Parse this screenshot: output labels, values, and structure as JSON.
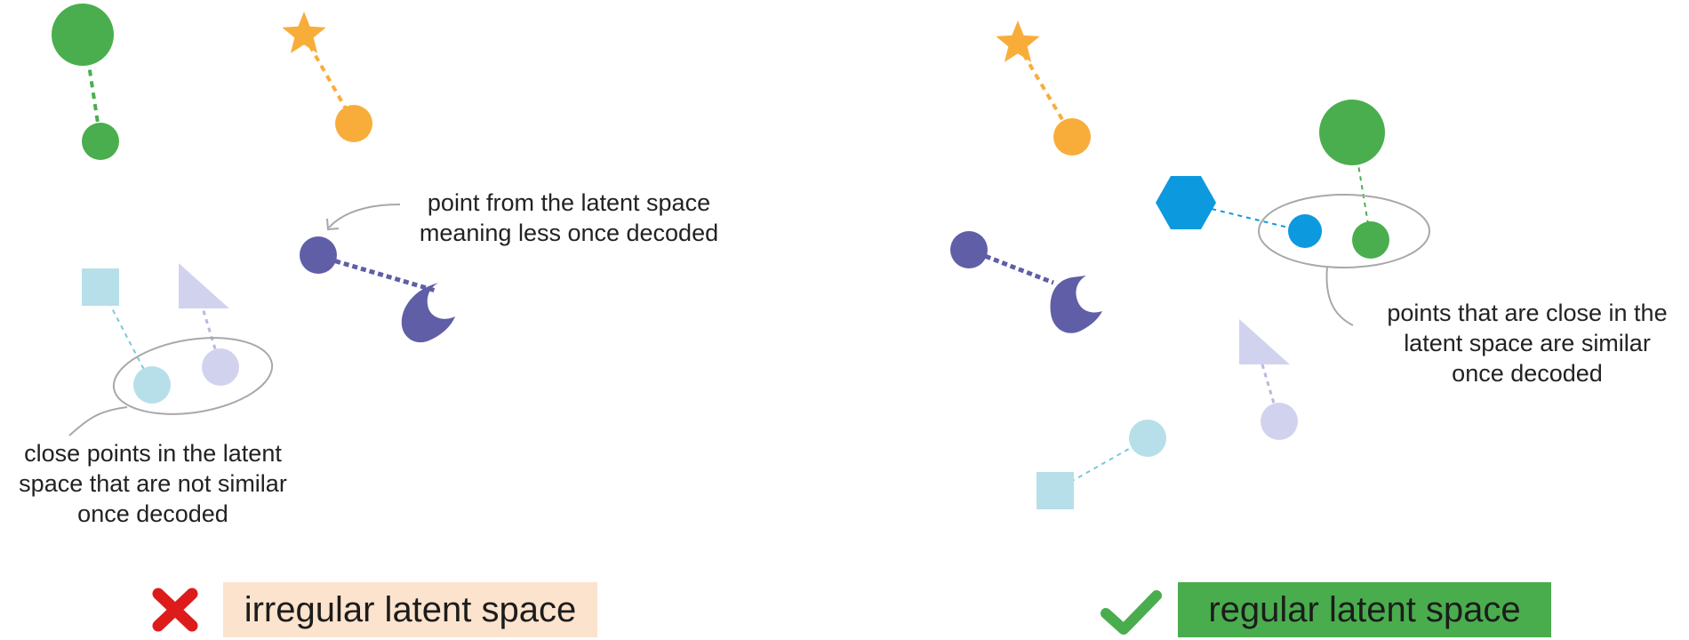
{
  "colors": {
    "green": "#4aae4e",
    "orange": "#f8ad3b",
    "indigo": "#5f5ea7",
    "light_blue": "#b6dfea",
    "lavender": "#d1d3ee",
    "blue": "#0d99de",
    "outline_gray": "#a8a8a8",
    "bad_label_bg": "#fce3cd",
    "good_label_bg": "#49ad4d",
    "cross_red": "#dd1b1b",
    "check_green": "#49ad4d"
  },
  "icons": {
    "bad": "cross-icon",
    "good": "check-icon"
  },
  "left_panel": {
    "annotation_meaningless": [
      "point from the latent space",
      "meaning less once decoded"
    ],
    "annotation_close_not_similar": [
      "close points in the latent",
      "space that are not similar",
      "once decoded"
    ],
    "label": "irregular latent space"
  },
  "right_panel": {
    "annotation_close_similar": [
      "points that are close in the",
      "latent space are similar",
      "once decoded"
    ],
    "label": "regular latent space"
  }
}
